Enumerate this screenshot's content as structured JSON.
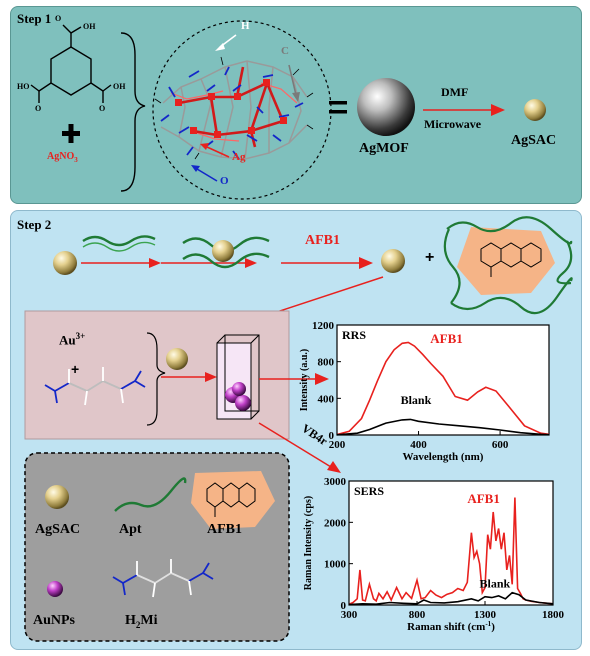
{
  "step1": {
    "title": "Step 1",
    "reagent": "AgNO",
    "reagent_sub": "3",
    "plus": "+",
    "atom_h": "H",
    "atom_c": "C",
    "atom_ag": "Ag",
    "atom_o": "O",
    "equals": "=",
    "agmof": "AgMOF",
    "dmf": "DMF",
    "microwave": "Microwave",
    "agsac": "AgSAC"
  },
  "step2": {
    "title": "Step 2",
    "afb1_arrow": "AFB1",
    "plus": "+",
    "au": "Au",
    "au_sup": "3+",
    "plus2": "+",
    "vb4r": "VB4r"
  },
  "legend": {
    "agsac": "AgSAC",
    "apt": "Apt",
    "afb1": "AFB1",
    "aunps": "AuNPs",
    "h2mi_h": "H",
    "h2mi_sub": "2",
    "h2mi_rest": "Mi"
  },
  "colors": {
    "red": "#e8211e",
    "blue": "#1327c9",
    "ag_gold": "#d8c279",
    "apt_green": "#2e8b3c",
    "afb1_peach": "#f5b487"
  },
  "chart_data": [
    {
      "type": "line",
      "title": "RRS",
      "xlabel": "Wavelength (nm)",
      "ylabel": "Intensity (a.u.)",
      "xlim": [
        200,
        720
      ],
      "ylim": [
        0,
        1200
      ],
      "xticks": [
        "200",
        "400",
        "600"
      ],
      "yticks": [
        "0",
        "400",
        "800",
        "1200"
      ],
      "series": [
        {
          "name": "AFB1",
          "color": "#e8211e",
          "x": [
            200,
            230,
            260,
            280,
            300,
            320,
            340,
            360,
            375,
            390,
            410,
            430,
            460,
            490,
            520,
            545,
            565,
            590,
            620,
            660,
            700,
            720
          ],
          "y": [
            5,
            40,
            180,
            380,
            600,
            800,
            930,
            1000,
            1010,
            970,
            880,
            780,
            640,
            420,
            380,
            470,
            520,
            480,
            320,
            100,
            20,
            8
          ]
        },
        {
          "name": "Blank",
          "color": "#000000",
          "x": [
            200,
            250,
            280,
            320,
            360,
            380,
            400,
            450,
            500,
            550,
            600,
            650,
            700,
            720
          ],
          "y": [
            2,
            20,
            60,
            130,
            165,
            170,
            150,
            120,
            100,
            80,
            55,
            25,
            8,
            3
          ]
        }
      ]
    },
    {
      "type": "line",
      "title": "SERS",
      "xlabel": "Raman shift (cm",
      "xlabel_sup": "-1",
      "xlabel_end": ")",
      "ylabel": "Raman Intensity (cps)",
      "xlim": [
        300,
        1800
      ],
      "ylim": [
        0,
        3000
      ],
      "xticks": [
        "300",
        "800",
        "1300",
        "1800"
      ],
      "yticks": [
        "0",
        "1000",
        "2000",
        "3000"
      ],
      "series": [
        {
          "name": "AFB1",
          "color": "#e8211e",
          "x": [
            300,
            330,
            360,
            380,
            400,
            420,
            450,
            480,
            500,
            520,
            550,
            580,
            610,
            650,
            690,
            720,
            760,
            800,
            830,
            860,
            900,
            940,
            980,
            1020,
            1060,
            1100,
            1140,
            1170,
            1200,
            1220,
            1240,
            1260,
            1280,
            1300,
            1320,
            1340,
            1360,
            1380,
            1400,
            1420,
            1440,
            1460,
            1480,
            1500,
            1520,
            1540,
            1560,
            1580,
            1600,
            1640,
            1700,
            1760,
            1800
          ],
          "y": [
            20,
            60,
            150,
            850,
            120,
            100,
            500,
            150,
            100,
            280,
            150,
            320,
            120,
            420,
            150,
            300,
            160,
            600,
            150,
            180,
            350,
            240,
            180,
            260,
            300,
            400,
            350,
            550,
            1750,
            1150,
            1300,
            1000,
            300,
            420,
            1700,
            1350,
            2250,
            1550,
            1850,
            1350,
            1750,
            850,
            1200,
            500,
            2600,
            400,
            280,
            150,
            120,
            90,
            60,
            40,
            30
          ]
        },
        {
          "name": "Blank",
          "color": "#000000",
          "x": [
            300,
            400,
            500,
            600,
            700,
            800,
            850,
            900,
            1000,
            1100,
            1200,
            1250,
            1300,
            1350,
            1400,
            1450,
            1500,
            1550,
            1600,
            1700,
            1800
          ],
          "y": [
            10,
            30,
            20,
            60,
            40,
            30,
            120,
            60,
            50,
            80,
            150,
            100,
            200,
            180,
            220,
            150,
            300,
            250,
            120,
            60,
            30
          ]
        }
      ]
    }
  ]
}
